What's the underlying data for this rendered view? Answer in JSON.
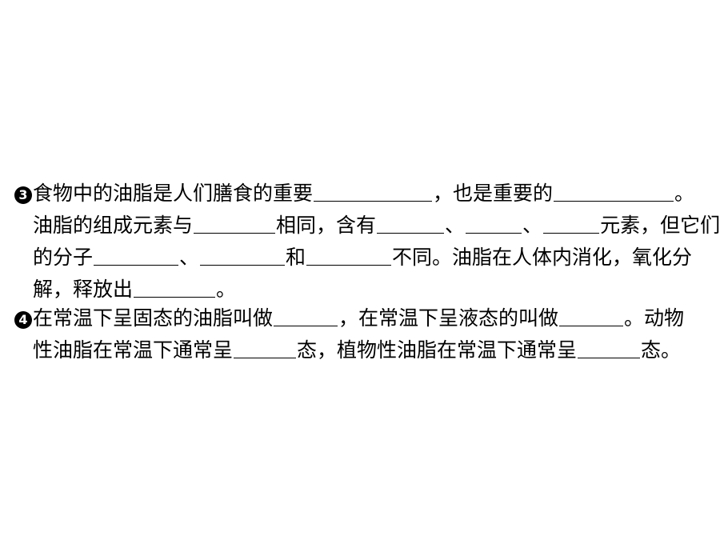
{
  "q3": {
    "number": "3",
    "l1a": "食物中的油脂是人们膳食的重要",
    "l1b": "，也是重要的",
    "l1c": "。",
    "l2a": "油脂的组成元素与",
    "l2b": "相同，含有",
    "l2c": "、",
    "l2d": "、",
    "l2e": "元素，但它们",
    "l3a": "的分子",
    "l3b": "、",
    "l3c": "和",
    "l3d": "不同。油脂在人体内消化，氧化分",
    "l4a": "解，释放出",
    "l4b": "。"
  },
  "q4": {
    "number": "4",
    "l1a": "在常温下呈固态的油脂叫做",
    "l1b": "，在常温下呈液态的叫做",
    "l1c": "。动物",
    "l2a": "性油脂在常温下通常呈",
    "l2b": "态，植物性油脂在常温下通常呈",
    "l2c": "态。"
  }
}
